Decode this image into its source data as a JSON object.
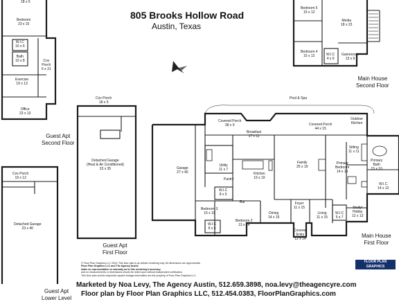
{
  "header": {
    "address": "805 Brooks Hollow Road",
    "city": "Austin, Texas"
  },
  "sections": {
    "guest_second": [
      "Guest Apt",
      "Second Floor"
    ],
    "guest_first": [
      "Guest Apt",
      "First Floor"
    ],
    "guest_lower": [
      "Guest Apt",
      "Lower Level"
    ],
    "main_second": [
      "Main House",
      "Second Floor"
    ],
    "main_first": [
      "Main House",
      "First Floor"
    ]
  },
  "rooms": {
    "top_partial": "18 x 5",
    "bedroom_gs": [
      "Bedroom",
      "23 x 15"
    ],
    "wic_gs": [
      "W.I.C",
      "10 x 6"
    ],
    "bath_gs": [
      "Bath",
      "10 x 8"
    ],
    "cov_porch_gs": [
      "Cov",
      "Porch",
      "6 x 31"
    ],
    "exercise": [
      "Exercise",
      "19 x 13"
    ],
    "office": [
      "Office",
      "23 x 13"
    ],
    "cov_porch_gf": [
      "Cov Porch",
      "18 x 5"
    ],
    "det_garage_gf": [
      "Detached Garage",
      "(Heat & Air Conditioned)",
      "23 x 35"
    ],
    "cov_porch_gl": [
      "Cov Porch",
      "19 x 12"
    ],
    "det_garage_gl": [
      "Detached Garage",
      "23 x 40"
    ],
    "bedroom5": [
      "Bedroom 5",
      "15 x 12"
    ],
    "media": [
      "Media",
      "18 x 23"
    ],
    "bedroom4": [
      "Bedroom 4",
      "15 x 12"
    ],
    "wic_ms": [
      "W.I.C",
      "4 x 9"
    ],
    "gameroom": [
      "Gameroom",
      "13 x 9"
    ],
    "pool": "Pool & Spa",
    "cov_porch1": [
      "Covered Porch",
      "38 x 9"
    ],
    "breakfast": [
      "Breakfast",
      "17 x 11"
    ],
    "cov_porch2": [
      "Covered Porch",
      "44 x 15"
    ],
    "outdoor_kitchen": [
      "Outdoor",
      "Kitchen"
    ],
    "garage": [
      "Garage",
      "27 x 40"
    ],
    "utility": [
      "Utility",
      "11 x 7"
    ],
    "pantry": "Pantry",
    "kitchen": [
      "Kitchen",
      "19 x 19"
    ],
    "family": [
      "Family",
      "25 x 19"
    ],
    "sitting": [
      "Sitting",
      "11 x 11"
    ],
    "primary_bedroom": [
      "Primary",
      "Bedroom",
      "14 x 19"
    ],
    "primary_bath": [
      "Primary",
      "Bath",
      "15 x 10"
    ],
    "wic_mf1": [
      "W.I.C",
      "8 x 5"
    ],
    "wic_primary": [
      "W.I.C",
      "14 x 12"
    ],
    "bar": "Bar",
    "bedroom3": [
      "Bedroom 3",
      "15 x 11"
    ],
    "bedroom2": [
      "Bedroom 2",
      "13 x 14"
    ],
    "wic_mf2": [
      "W.I.C",
      "8 x 5"
    ],
    "dining": [
      "Dining",
      "14 x 15"
    ],
    "foyer": [
      "Foyer",
      "11 x 15"
    ],
    "living": [
      "Living",
      "11 x 15"
    ],
    "wic_mf3": [
      "W.I.C",
      "5 x 7"
    ],
    "study": [
      "Study/",
      "Hobby",
      "12 x 13"
    ],
    "covered_entry": [
      "Covered",
      "Entry",
      "12 x 14"
    ]
  },
  "fineprint": [
    "© Floor Plan Graphics LLC 2024. This floor plan is an artistic rendering only. All dimensions are approximate.",
    "Floor Plan Graphics LLC and The Agency Austin",
    "make no representation or warranty as to this rendering's accuracy",
    "and no measurements or dimensions should be relied upon without independent verification.",
    "This floor plan and its respective square footage information are the property of Floor Plan Graphics LLC"
  ],
  "logo": [
    "FLOOR PLAN",
    "GRAPHICS"
  ],
  "credits": {
    "marketed": "Marketed by Noa Levy, The Agency Austin, 512.659.3898, noa.levy@theagencyre.com",
    "floorplan": "Floor plan by Floor Plan Graphics LLC, 512.454.0383, FloorPlanGraphics.com"
  }
}
